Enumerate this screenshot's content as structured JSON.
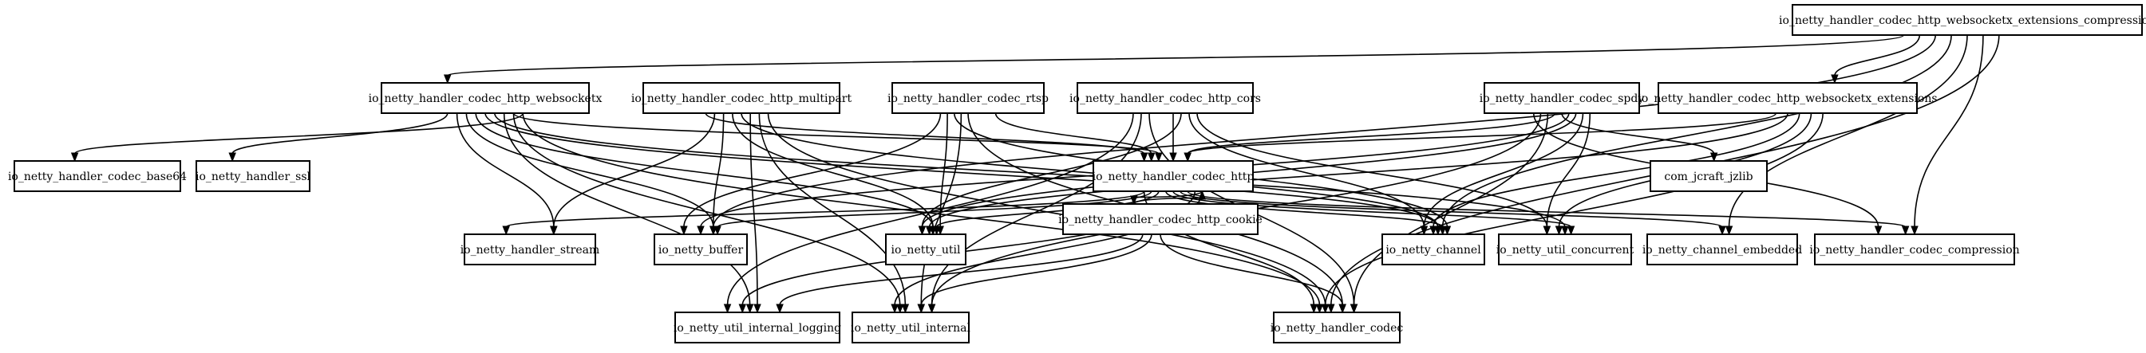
{
  "nodes": [
    {
      "id": "websockets_compression",
      "label": "io_netty_handler_codec_http_websocketx_extensions_compression"
    },
    {
      "id": "websocketx",
      "label": "io_netty_handler_codec_http_websocketx"
    },
    {
      "id": "multipart",
      "label": "io_netty_handler_codec_http_multipart"
    },
    {
      "id": "rtsp",
      "label": "io_netty_handler_codec_rtsp"
    },
    {
      "id": "cors",
      "label": "io_netty_handler_codec_http_cors"
    },
    {
      "id": "spdy",
      "label": "io_netty_handler_codec_spdy"
    },
    {
      "id": "ws_extensions",
      "label": "io_netty_handler_codec_http_websocketx_extensions"
    },
    {
      "id": "base64",
      "label": "io_netty_handler_codec_base64"
    },
    {
      "id": "ssl",
      "label": "io_netty_handler_ssl"
    },
    {
      "id": "http",
      "label": "io_netty_handler_codec_http"
    },
    {
      "id": "jzlib",
      "label": "com_jcraft_jzlib"
    },
    {
      "id": "stream",
      "label": "io_netty_handler_stream"
    },
    {
      "id": "buffer",
      "label": "io_netty_buffer"
    },
    {
      "id": "util",
      "label": "io_netty_util"
    },
    {
      "id": "cookie",
      "label": "io_netty_handler_codec_http_cookie"
    },
    {
      "id": "channel",
      "label": "io_netty_channel"
    },
    {
      "id": "concurrent",
      "label": "io_netty_util_concurrent"
    },
    {
      "id": "embedded",
      "label": "io_netty_channel_embedded"
    },
    {
      "id": "compression",
      "label": "io_netty_handler_codec_compression"
    },
    {
      "id": "logging",
      "label": "io_netty_util_internal_logging"
    },
    {
      "id": "internal",
      "label": "io_netty_util_internal"
    },
    {
      "id": "codec",
      "label": "io_netty_handler_codec"
    }
  ],
  "edges": [
    [
      "websockets_compression",
      "websocketx"
    ],
    [
      "websockets_compression",
      "ws_extensions"
    ],
    [
      "websockets_compression",
      "buffer"
    ],
    [
      "websockets_compression",
      "channel"
    ],
    [
      "websockets_compression",
      "embedded"
    ],
    [
      "websockets_compression",
      "compression"
    ],
    [
      "websockets_compression",
      "codec"
    ],
    [
      "websocketx",
      "http"
    ],
    [
      "websocketx",
      "base64"
    ],
    [
      "websocketx",
      "ssl"
    ],
    [
      "websocketx",
      "stream"
    ],
    [
      "websocketx",
      "buffer"
    ],
    [
      "websocketx",
      "util"
    ],
    [
      "websocketx",
      "channel"
    ],
    [
      "websocketx",
      "concurrent"
    ],
    [
      "websocketx",
      "logging"
    ],
    [
      "websocketx",
      "internal"
    ],
    [
      "websocketx",
      "codec"
    ],
    [
      "multipart",
      "http"
    ],
    [
      "multipart",
      "stream"
    ],
    [
      "multipart",
      "buffer"
    ],
    [
      "multipart",
      "util"
    ],
    [
      "multipart",
      "channel"
    ],
    [
      "multipart",
      "logging"
    ],
    [
      "multipart",
      "internal"
    ],
    [
      "multipart",
      "codec"
    ],
    [
      "rtsp",
      "http"
    ],
    [
      "rtsp",
      "buffer"
    ],
    [
      "rtsp",
      "util"
    ],
    [
      "rtsp",
      "channel"
    ],
    [
      "rtsp",
      "internal"
    ],
    [
      "rtsp",
      "codec"
    ],
    [
      "cors",
      "http"
    ],
    [
      "cors",
      "util"
    ],
    [
      "cors",
      "channel"
    ],
    [
      "cors",
      "concurrent"
    ],
    [
      "cors",
      "logging"
    ],
    [
      "cors",
      "internal"
    ],
    [
      "cors",
      "codec"
    ],
    [
      "spdy",
      "http"
    ],
    [
      "spdy",
      "jzlib"
    ],
    [
      "spdy",
      "buffer"
    ],
    [
      "spdy",
      "util"
    ],
    [
      "spdy",
      "channel"
    ],
    [
      "spdy",
      "concurrent"
    ],
    [
      "spdy",
      "compression"
    ],
    [
      "spdy",
      "internal"
    ],
    [
      "spdy",
      "codec"
    ],
    [
      "ws_extensions",
      "http"
    ],
    [
      "ws_extensions",
      "util"
    ],
    [
      "ws_extensions",
      "channel"
    ],
    [
      "ws_extensions",
      "concurrent"
    ],
    [
      "ws_extensions",
      "codec"
    ],
    [
      "http",
      "cookie"
    ],
    [
      "http",
      "stream"
    ],
    [
      "http",
      "buffer"
    ],
    [
      "http",
      "util"
    ],
    [
      "http",
      "channel"
    ],
    [
      "http",
      "concurrent"
    ],
    [
      "http",
      "embedded"
    ],
    [
      "http",
      "compression"
    ],
    [
      "http",
      "logging"
    ],
    [
      "http",
      "internal"
    ],
    [
      "http",
      "codec"
    ],
    [
      "cookie",
      "http"
    ],
    [
      "cookie",
      "logging"
    ],
    [
      "cookie",
      "internal"
    ],
    [
      "cookie",
      "codec"
    ]
  ]
}
